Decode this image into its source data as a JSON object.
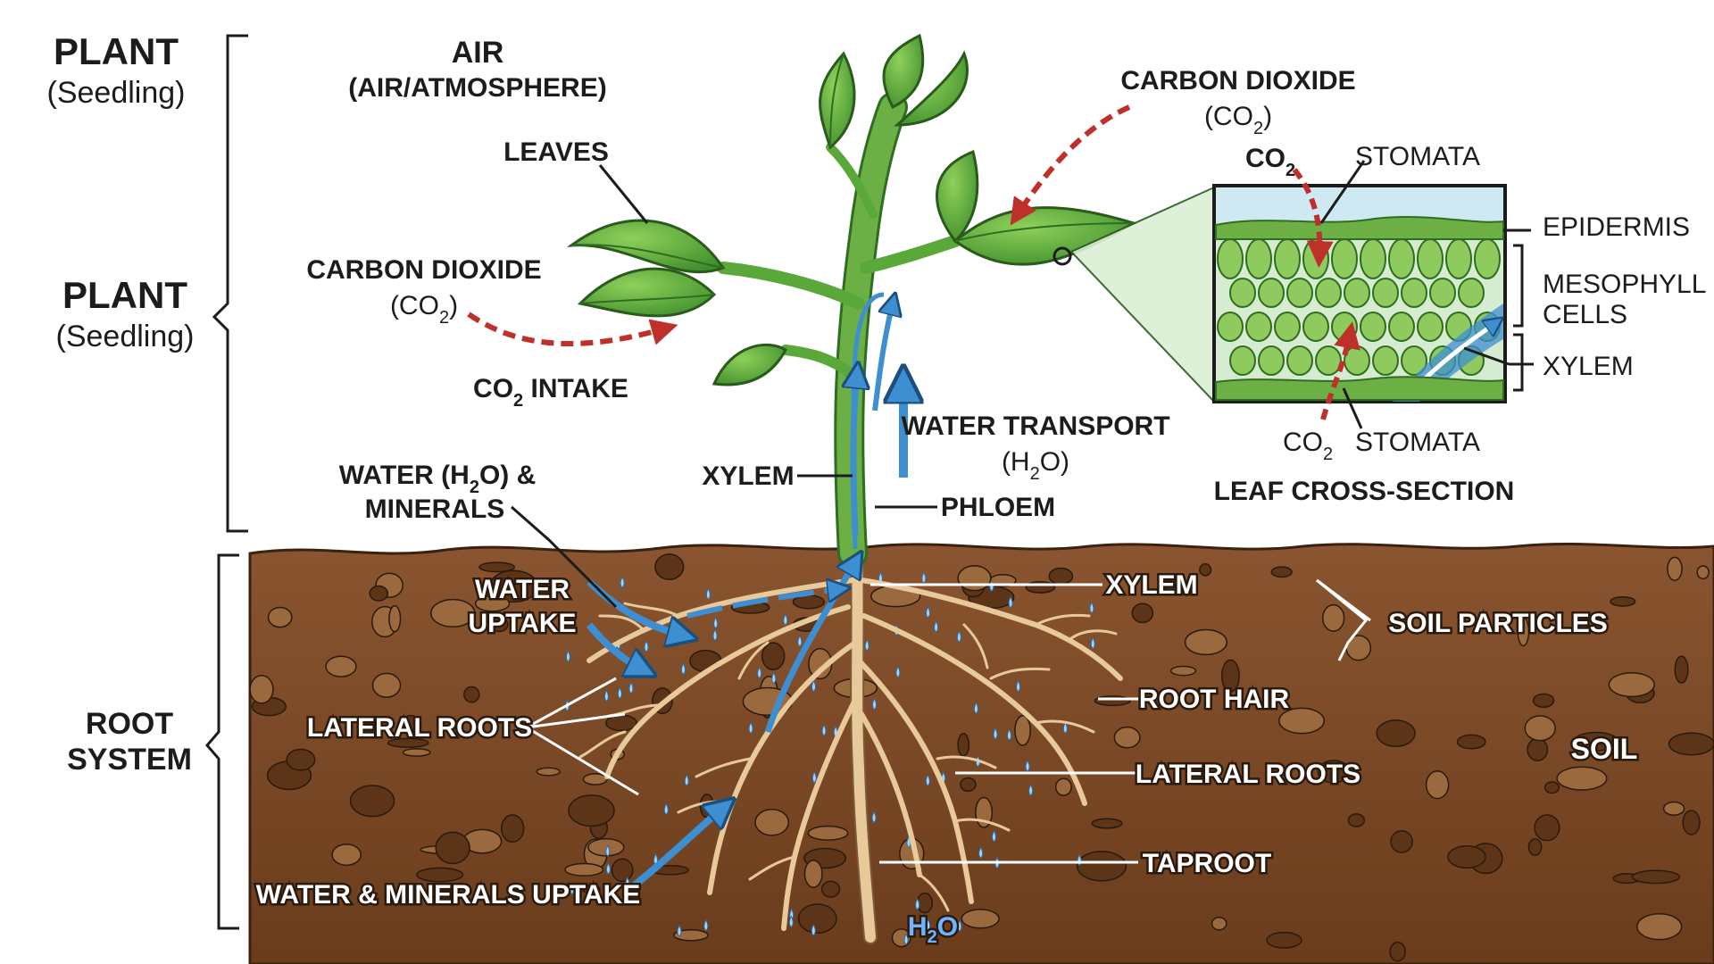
{
  "labels": {
    "plant_top": "PLANT",
    "plant_top_sub": "(Seedling)",
    "plant_mid": "PLANT",
    "plant_mid_sub": "(Seedling)",
    "root_system_1": "ROOT",
    "root_system_2": "SYSTEM",
    "air": "AIR",
    "air_sub": "(AIR/ATMOSPHERE)",
    "leaves": "LEAVES",
    "co2_left_1": "CARBON DIOXIDE",
    "co2_left_2": "(CO",
    "co2_left_sub": "2",
    "co2_left_end": ")",
    "co2_intake": "CO",
    "co2_intake_sub": "2",
    "co2_intake_rest": " INTAKE",
    "water_minerals_1": "WATER (H",
    "water_minerals_sub": "2",
    "water_minerals_end": "O) &",
    "water_minerals_2": "MINERALS",
    "xylem_stem": "XYLEM",
    "phloem": "PHLOEM",
    "water_transport_1": "WATER TRANSPORT",
    "water_transport_2": "(H",
    "water_transport_sub": "2",
    "water_transport_end": "O)",
    "co2_right_1": "CARBON DIOXIDE",
    "co2_right_2": "(CO",
    "co2_right_sub": "2",
    "co2_right_end": ")",
    "inset_co2_top": "CO",
    "inset_co2_top_sub": "2",
    "stomata_top": "STOMATA",
    "epidermis": "EPIDERMIS",
    "mesophyll_1": "MESOPHYLL",
    "mesophyll_2": "CELLS",
    "xylem_inset": "XYLEM",
    "inset_co2_bottom": "CO",
    "inset_co2_bottom_sub": "2",
    "stomata_bottom": "STOMATA",
    "leaf_cross_section": "LEAF CROSS-SECTION",
    "water_uptake_1": "WATER",
    "water_uptake_2": "UPTAKE",
    "xylem_root": "XYLEM",
    "soil_particles": "SOIL PARTICLES",
    "root_hair": "ROOT HAIR",
    "lateral_roots_left": "LATERAL ROOTS",
    "lateral_roots_right": "LATERAL ROOTS",
    "soil": "SOIL",
    "taproot": "TAPROOT",
    "water_minerals_uptake": "WATER & MINERALS UPTAKE",
    "h2o_bottom": "H",
    "h2o_bottom_sub": "2",
    "h2o_bottom_end": "O"
  },
  "colors": {
    "soil": "#7a4a24",
    "soil_dark": "#5c3418",
    "leaf": "#5aa83a",
    "leaf_dark": "#2f6e22",
    "stem": "#6cb045",
    "root": "#e8c99a",
    "water": "#3d8fd1",
    "co2_arrow": "#c0302a",
    "inset_bg": "#d6ecd0",
    "mesophyll": "#8fca5e"
  }
}
